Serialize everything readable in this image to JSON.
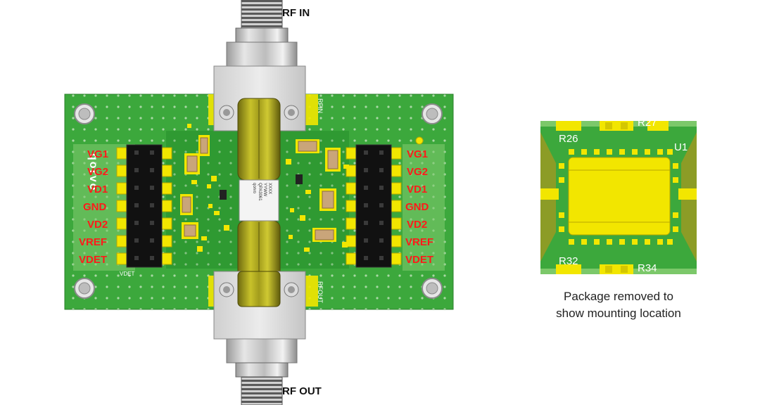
{
  "connectors": {
    "top_label": "RF IN",
    "bottom_label": "RF OUT"
  },
  "board": {
    "logo_text": "qorvo",
    "left_pins": [
      "VG1",
      "VG2",
      "VD1",
      "GND",
      "VD2",
      "VREF",
      "VDET"
    ],
    "right_pins": [
      "VG1",
      "VG2",
      "VD1",
      "GND",
      "VD2",
      "VREF",
      "VDET"
    ],
    "silkscreen": {
      "rfin": "RFIN",
      "rfout": "RFOUT",
      "vdet": "VDET"
    },
    "chip_marking": [
      "qorvo",
      "QPA3061",
      "YYWW",
      "XXXX"
    ]
  },
  "inset": {
    "refs": [
      "R26",
      "R27",
      "U1",
      "R32",
      "R34"
    ],
    "caption_line1": "Package removed to",
    "caption_line2": "show mounting location"
  },
  "colors": {
    "pcb_green": "#3ca83c",
    "pad_yellow": "#f2e600",
    "pin_label_red": "#ff1a1a",
    "header_black": "#111111"
  }
}
